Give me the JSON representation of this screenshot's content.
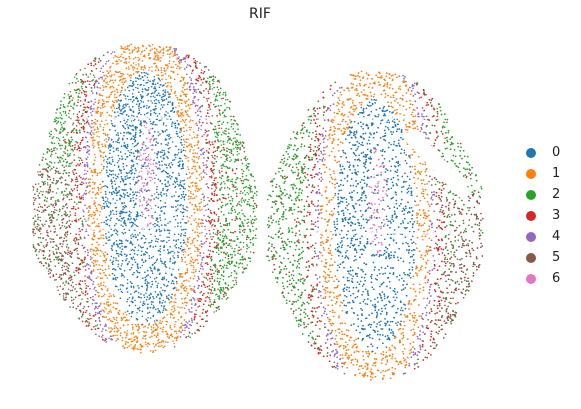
{
  "chart_data": {
    "type": "scatter",
    "title": "RIF",
    "xlabel": "",
    "ylabel": "",
    "axes_visible": false,
    "grid": false,
    "legend_position": "right",
    "legend_title": "",
    "categories": [
      "0",
      "1",
      "2",
      "3",
      "4",
      "5",
      "6"
    ],
    "colors": [
      "#1f77b4",
      "#ff7f0e",
      "#2ca02c",
      "#d62728",
      "#9467bd",
      "#8c564b",
      "#e377c2"
    ],
    "series": [
      {
        "name": "0",
        "color": "#1f77b4"
      },
      {
        "name": "1",
        "color": "#ff7f0e"
      },
      {
        "name": "2",
        "color": "#2ca02c"
      },
      {
        "name": "3",
        "color": "#d62728"
      },
      {
        "name": "4",
        "color": "#9467bd"
      },
      {
        "name": "5",
        "color": "#8c564b"
      },
      {
        "name": "6",
        "color": "#e377c2"
      }
    ]
  }
}
